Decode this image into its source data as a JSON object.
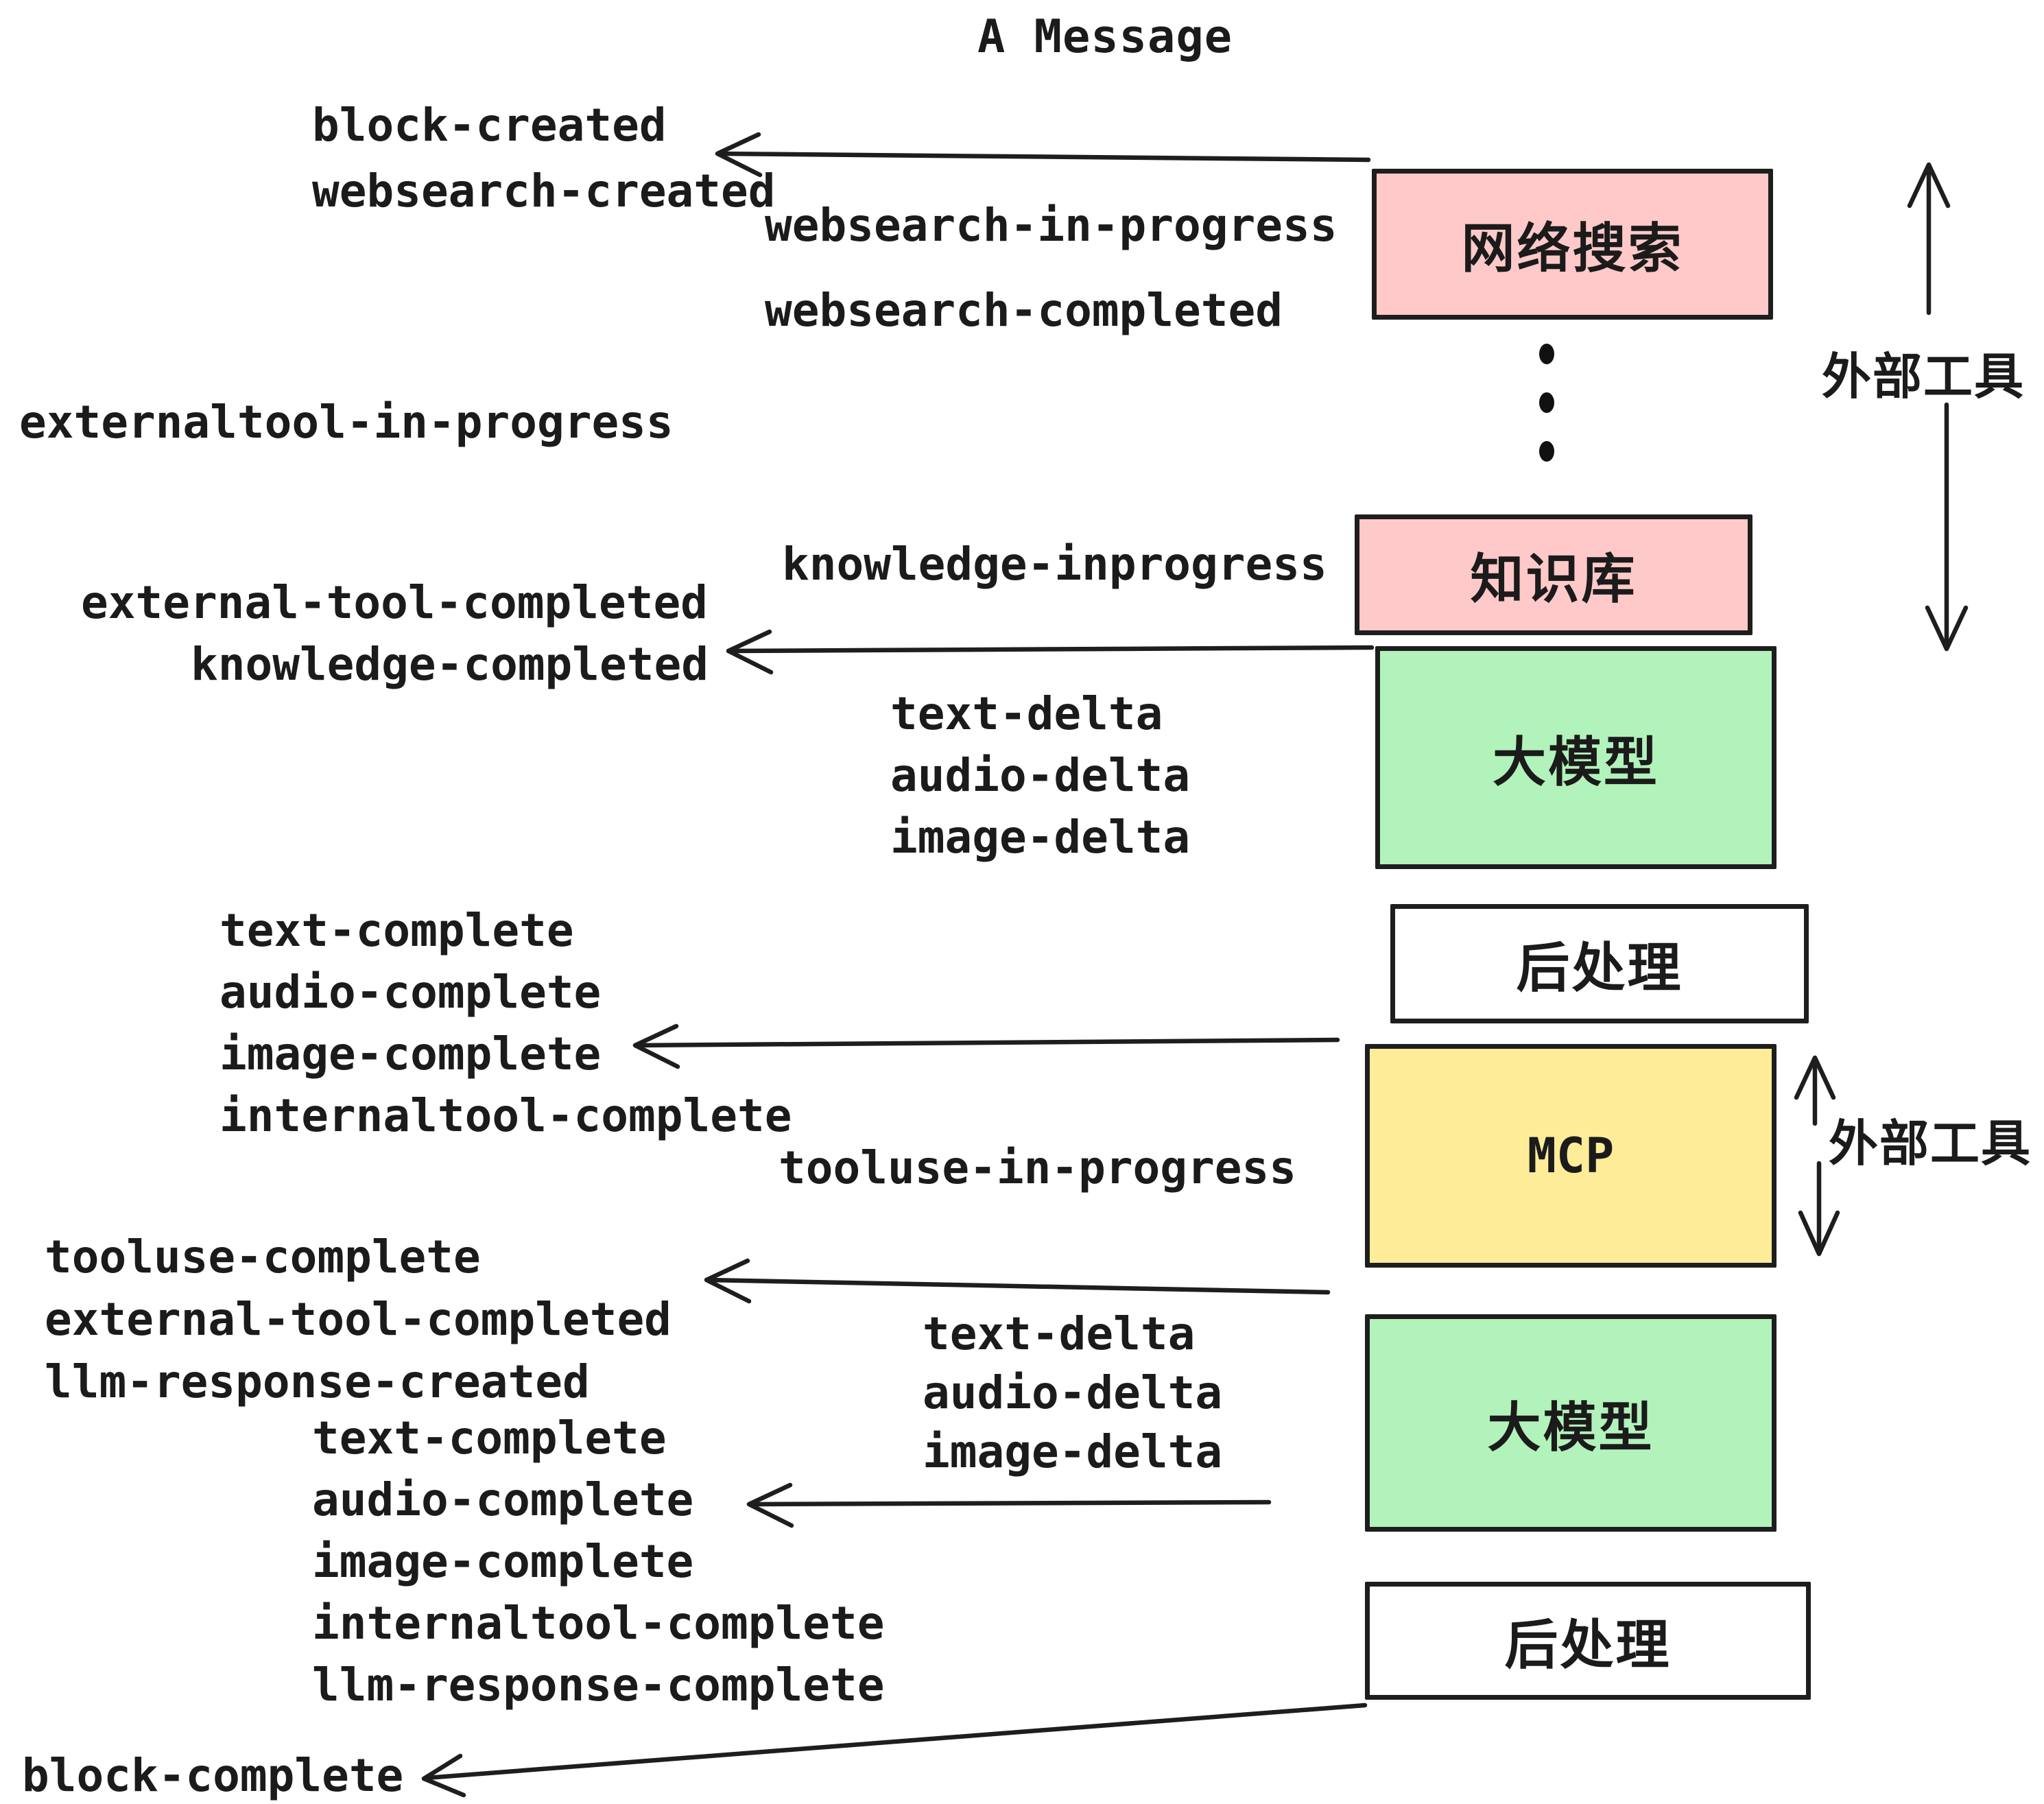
{
  "title": "A Message",
  "colors": {
    "pink": "#ffc9c9",
    "green": "#b2f2bb",
    "yellow": "#ffec99",
    "white": "#ffffff",
    "stroke": "#1e1e1e",
    "text": "#1b1b1b"
  },
  "boxes": [
    {
      "label": "网络搜索",
      "color": "#ffc9c9"
    },
    {
      "label": "知识库",
      "color": "#ffc9c9"
    },
    {
      "label": "大模型",
      "color": "#b2f2bb"
    },
    {
      "label": "后处理",
      "color": "#ffffff"
    },
    {
      "label": "MCP",
      "color": "#ffec99"
    },
    {
      "label": "大模型",
      "color": "#b2f2bb"
    },
    {
      "label": "后处理",
      "color": "#ffffff"
    }
  ],
  "side_labels": [
    "外部工具",
    "外部工具"
  ],
  "events": [
    "block-created",
    "websearch-created",
    "websearch-in-progress",
    "websearch-completed",
    "externaltool-in-progress",
    "knowledge-inprogress",
    "external-tool-completed",
    "knowledge-completed",
    "text-delta",
    "audio-delta",
    "image-delta",
    "text-complete",
    "audio-complete",
    "image-complete",
    "internaltool-complete",
    "tooluse-in-progress",
    "tooluse-complete",
    "external-tool-completed",
    "llm-response-created",
    "text-complete",
    "audio-complete",
    "image-complete",
    "internaltool-complete",
    "llm-response-complete",
    "block-complete",
    "text-delta",
    "audio-delta",
    "image-delta"
  ]
}
